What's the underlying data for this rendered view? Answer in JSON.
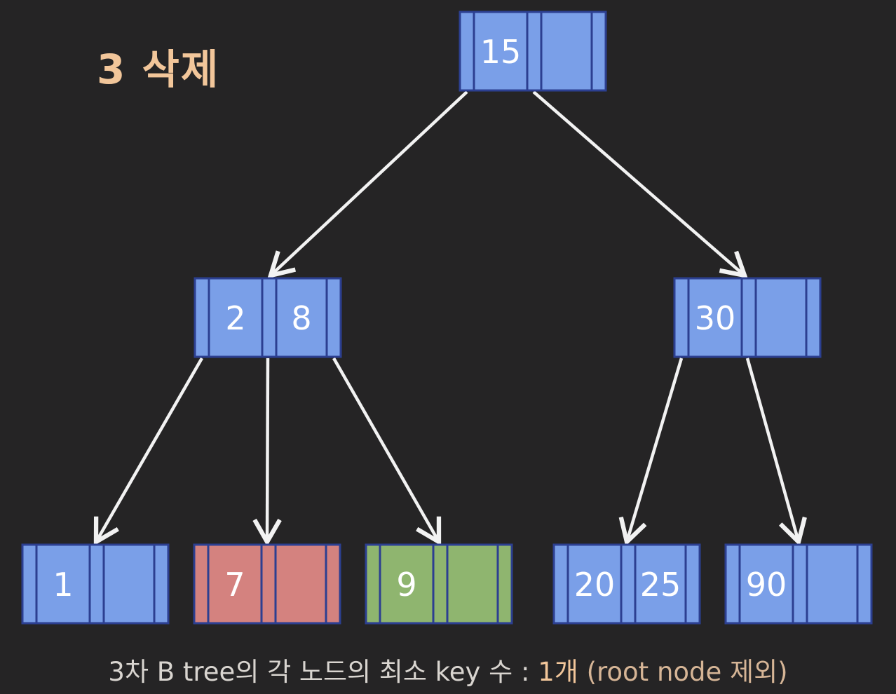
{
  "title": "3 삭제",
  "colors": {
    "background": "#252425",
    "node_blue": "#7a9fe8",
    "node_red": "#d4827f",
    "node_green": "#8fb56f",
    "node_border": "#2c3f91",
    "edge": "#f2f2f2",
    "title": "#f2c69a"
  },
  "tree": {
    "root": {
      "keys": [
        "15",
        ""
      ],
      "color": "blue"
    },
    "level1": [
      {
        "keys": [
          "2",
          "8"
        ],
        "color": "blue"
      },
      {
        "keys": [
          "30",
          ""
        ],
        "color": "blue"
      }
    ],
    "level2": [
      {
        "keys": [
          "1",
          ""
        ],
        "color": "blue"
      },
      {
        "keys": [
          "7",
          ""
        ],
        "color": "red"
      },
      {
        "keys": [
          "9",
          ""
        ],
        "color": "green"
      },
      {
        "keys": [
          "20",
          "25"
        ],
        "color": "blue"
      },
      {
        "keys": [
          "90",
          ""
        ],
        "color": "blue"
      }
    ]
  },
  "caption": {
    "prefix": "3차 B tree의 각 노드의 최소 key 수 : ",
    "highlight": "1개",
    "note": " (root node 제외)"
  }
}
